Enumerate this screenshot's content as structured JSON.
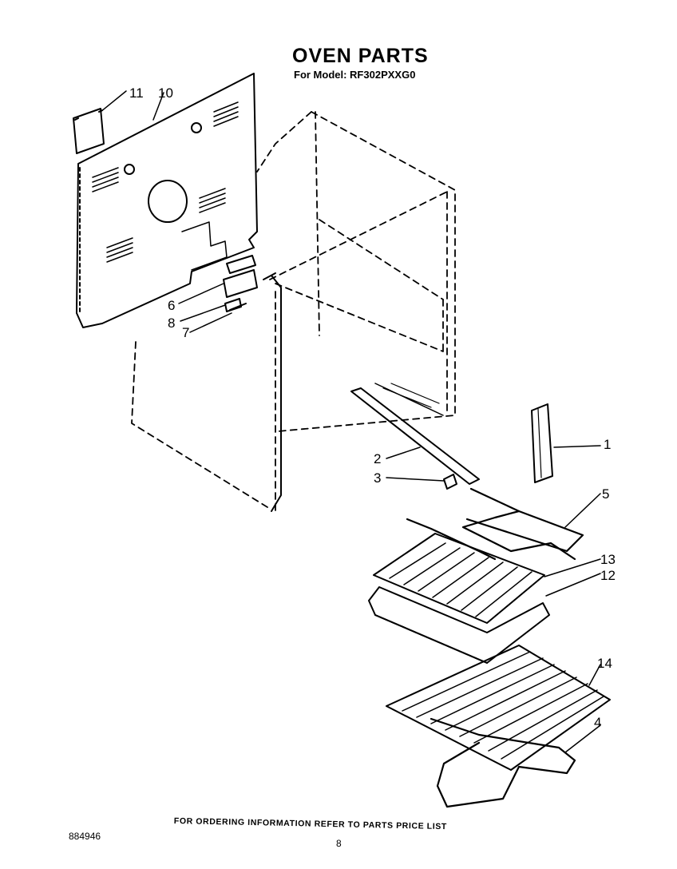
{
  "header": {
    "title": "OVEN PARTS",
    "subtitle": "For Model: RF302PXXG0"
  },
  "callouts": [
    {
      "label": "11"
    },
    {
      "label": "10"
    },
    {
      "label": "6"
    },
    {
      "label": "8"
    },
    {
      "label": "7"
    },
    {
      "label": "1"
    },
    {
      "label": "2"
    },
    {
      "label": "3"
    },
    {
      "label": "5"
    },
    {
      "label": "13"
    },
    {
      "label": "12"
    },
    {
      "label": "14"
    },
    {
      "label": "4"
    }
  ],
  "footer": {
    "note": "FOR ORDERING INFORMATION REFER TO PARTS PRICE LIST",
    "doc_number": "884946",
    "page_number": "8"
  }
}
